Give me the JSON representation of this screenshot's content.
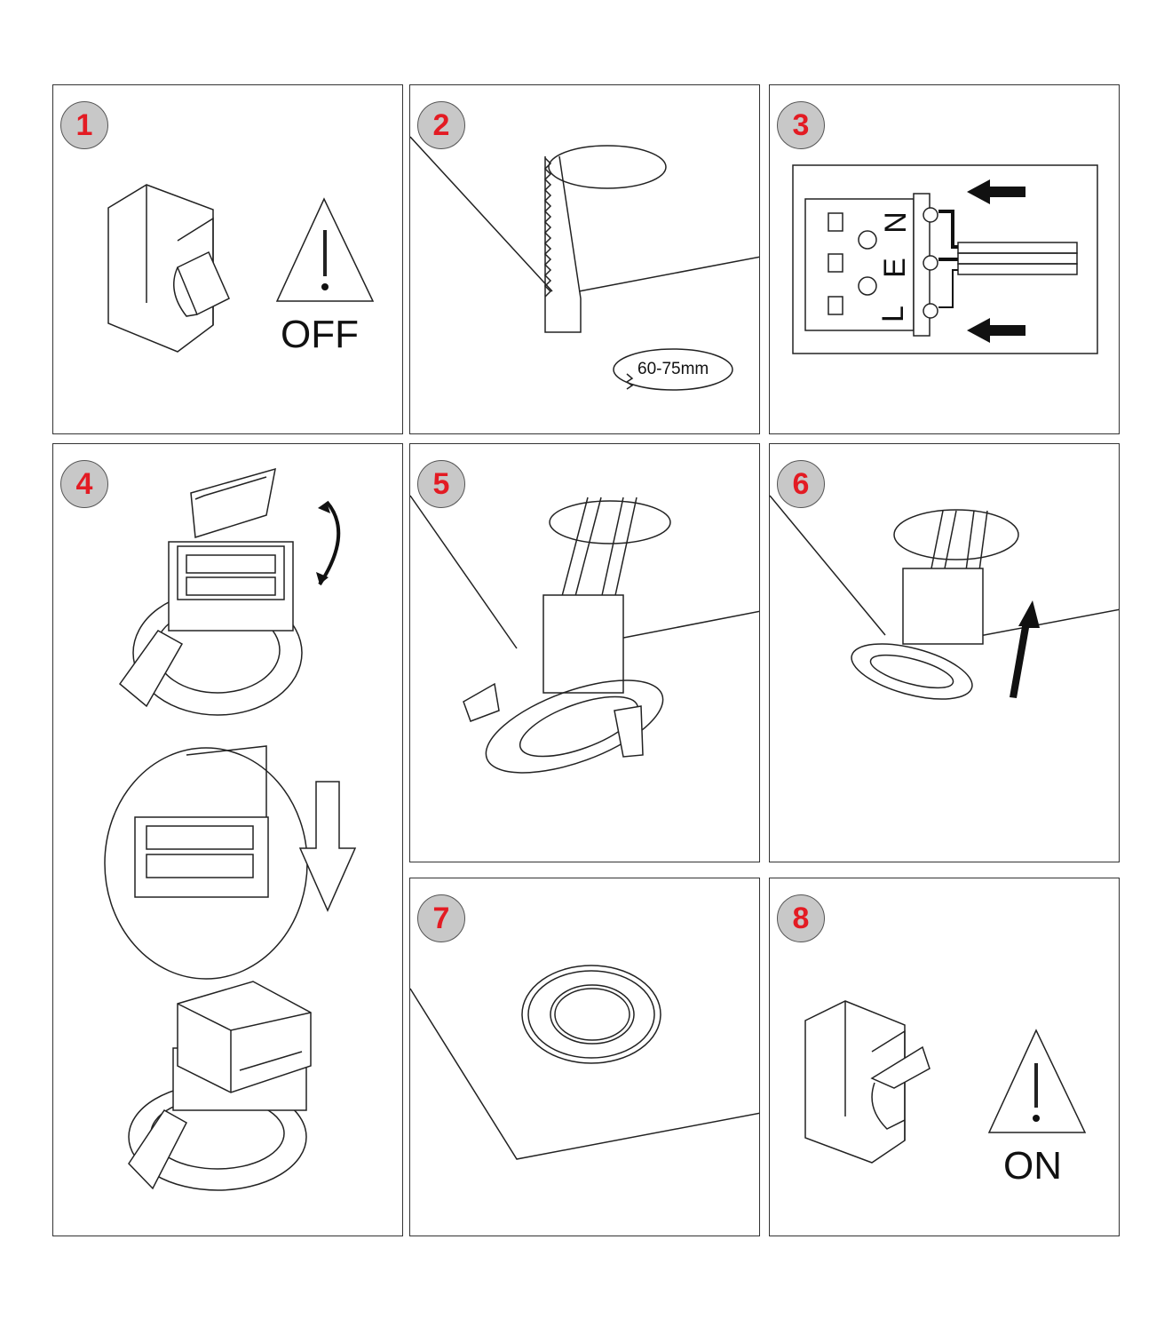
{
  "steps": [
    {
      "number": "1",
      "label": "OFF"
    },
    {
      "number": "2",
      "dimension": "60-75mm"
    },
    {
      "number": "3",
      "terminals": [
        "N",
        "E",
        "L"
      ]
    },
    {
      "number": "4"
    },
    {
      "number": "5"
    },
    {
      "number": "6"
    },
    {
      "number": "7"
    },
    {
      "number": "8",
      "label": "ON"
    }
  ],
  "colors": {
    "badge_text": "#e31b23",
    "badge_fill": "#c8c8c8",
    "line": "#222222"
  }
}
